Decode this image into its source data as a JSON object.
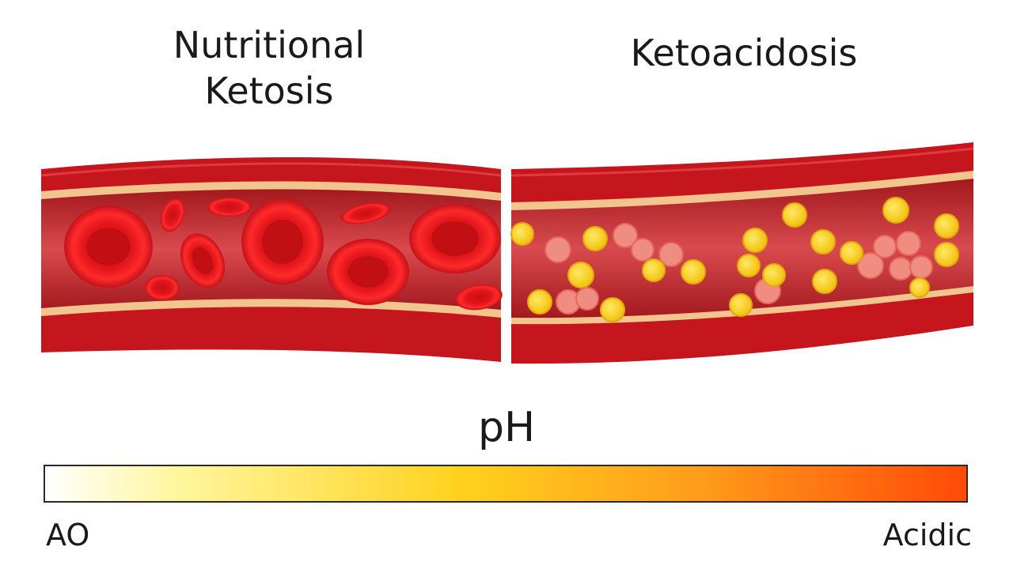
{
  "titles": {
    "left_line1": "Nutritional",
    "left_line2": "Ketosis",
    "right": "Ketoacidosis"
  },
  "scale": {
    "label": "pH",
    "left_end": "AO",
    "right_end": "Acidic",
    "gradient_colors": [
      "#ffffff",
      "#fff6a0",
      "#ffd21e",
      "#ff9a1a",
      "#ff4a08"
    ]
  },
  "colors": {
    "vessel_wall": "#c4161c",
    "vessel_wall_dark": "#a10d12",
    "vessel_lining": "#f2c48e",
    "lumen_light": "#d8454a",
    "lumen_dark": "#9b1b1f",
    "red_cell": "#e4181d",
    "red_cell_center": "#c10f14",
    "ketone": "#f7d21a",
    "ketone_edge": "#e3a80d",
    "clumped_cell": "#ee8d80"
  },
  "icons": {
    "red_blood_cell": "red-blood-cell-icon",
    "ketone_body": "ketone-body-icon",
    "damaged_cell": "damaged-cell-icon"
  }
}
